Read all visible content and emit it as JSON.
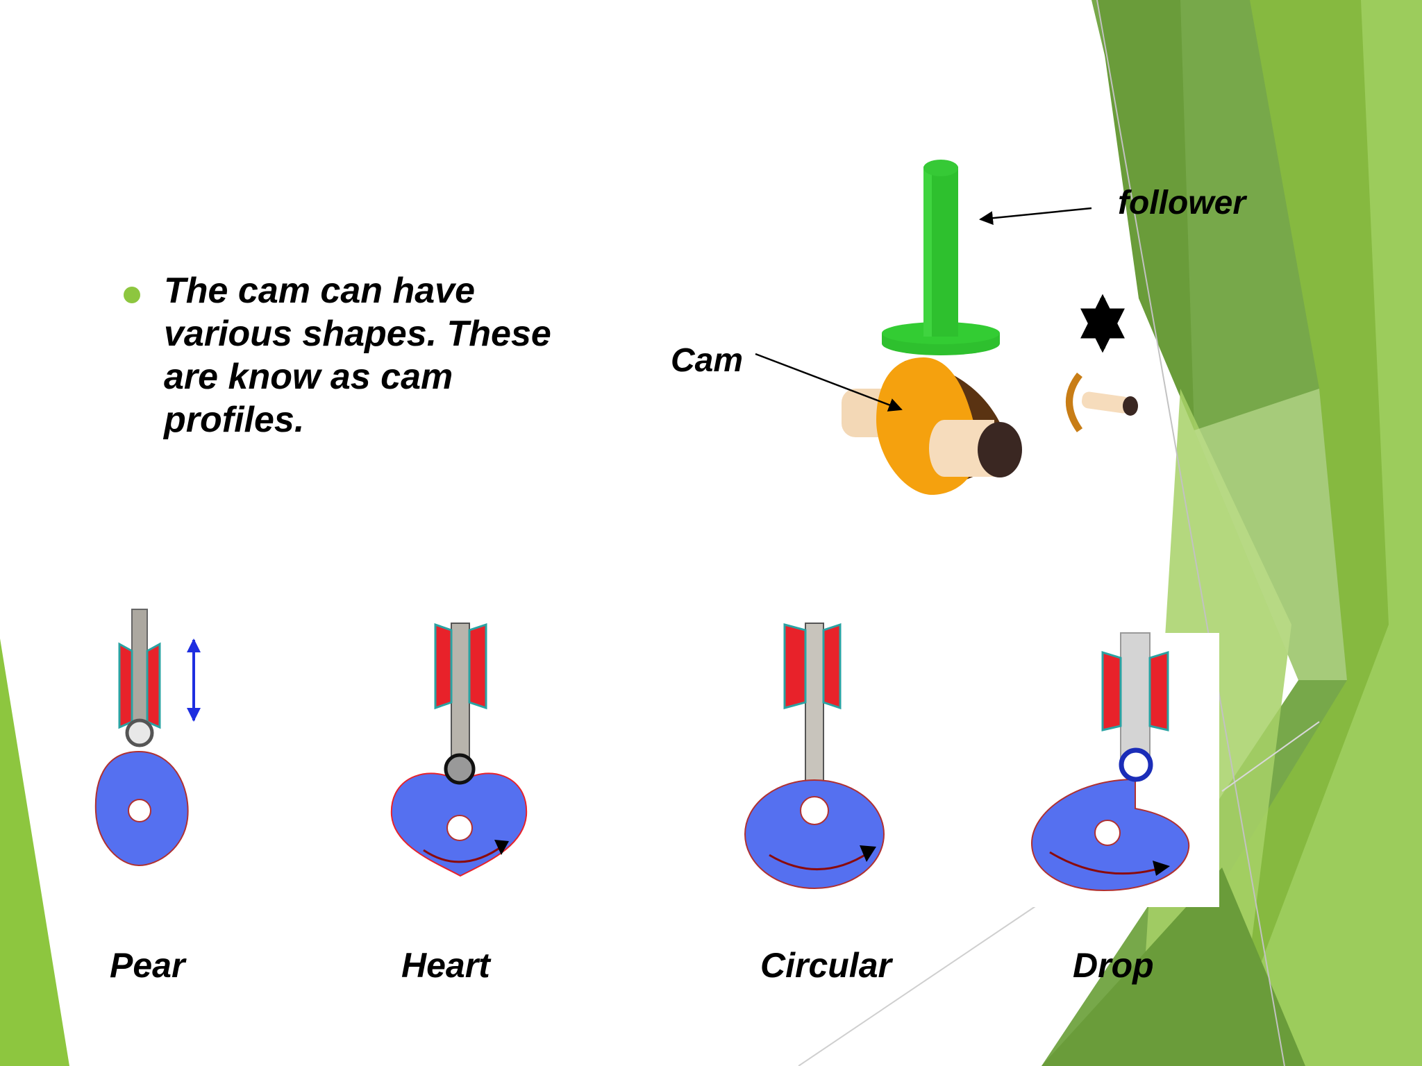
{
  "slide": {
    "bullet": "The cam can have various shapes. These are know as cam profiles.",
    "labels": {
      "follower": "follower",
      "cam": "Cam"
    },
    "captions": [
      "Pear",
      "Heart",
      "Circular",
      "Drop"
    ],
    "colors": {
      "accent_green": "#8dc63f",
      "dark_green": "#6a9c3a",
      "follower_green": "#2ec02e",
      "cam_orange": "#f5a10e",
      "cam_blue": "#5570f0",
      "guide_red": "#e8222a",
      "guide_teal": "#2aa3a3",
      "axle_cream": "#f6dcbc"
    }
  }
}
